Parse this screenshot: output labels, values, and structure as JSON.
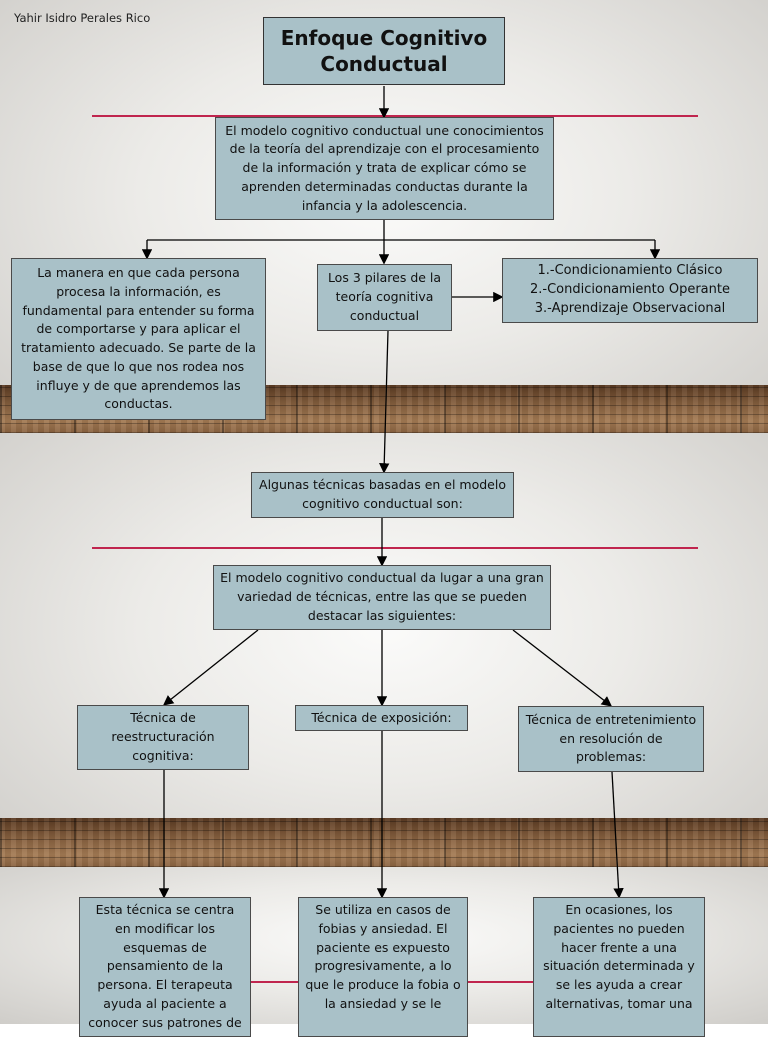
{
  "author": "Yahir Isidro Perales Rico",
  "title": "Enfoque Cognitivo Conductual",
  "intro": "El modelo cognitivo conductual une conocimientos de la teoría del aprendizaje con el procesamiento de la información y trata de explicar cómo se aprenden determinadas conductas durante la infancia y la adolescencia.",
  "left_box": "La manera en que cada persona procesa la información, es fundamental para entender su forma de comportarse y para aplicar el tratamiento adecuado. Se parte de la base de que lo que nos rodea nos influye y de que aprendemos las conductas.",
  "pillars_box": "Los 3 pilares de la teoría cognitiva conductual",
  "pillars_list": [
    "1.-Condicionamiento Clásico",
    "2.-Condicionamiento Operante",
    "3.-Aprendizaje Observacional"
  ],
  "techniques_box": "Algunas técnicas basadas en el modelo cognitivo conductual son:",
  "variety_box": "El modelo cognitivo conductual da lugar a una gran variedad de técnicas, entre las que se pueden destacar las siguientes:",
  "technique_restructuring": "Técnica de reestructuración cognitiva:",
  "technique_exposure": "Técnica de exposición:",
  "technique_problem_solving": "Técnica de entretenimiento en resolución de problemas:",
  "desc_restructuring": "Esta técnica se centra en modificar los esquemas de pensamiento de la persona. El terapeuta ayuda al paciente a conocer sus patrones de",
  "desc_exposure": "Se utiliza en casos de fobias y ansiedad. El paciente es expuesto progresivamente, a lo que le produce la fobia o la ansiedad y se le",
  "desc_problem_solving": "En ocasiones, los pacientes no pueden hacer frente a una situación determinada y se les ayuda a crear alternativas, tomar una",
  "colors": {
    "box_fill": "#a9c1c8",
    "rule": "#c0254e",
    "floor": "#86603f"
  }
}
